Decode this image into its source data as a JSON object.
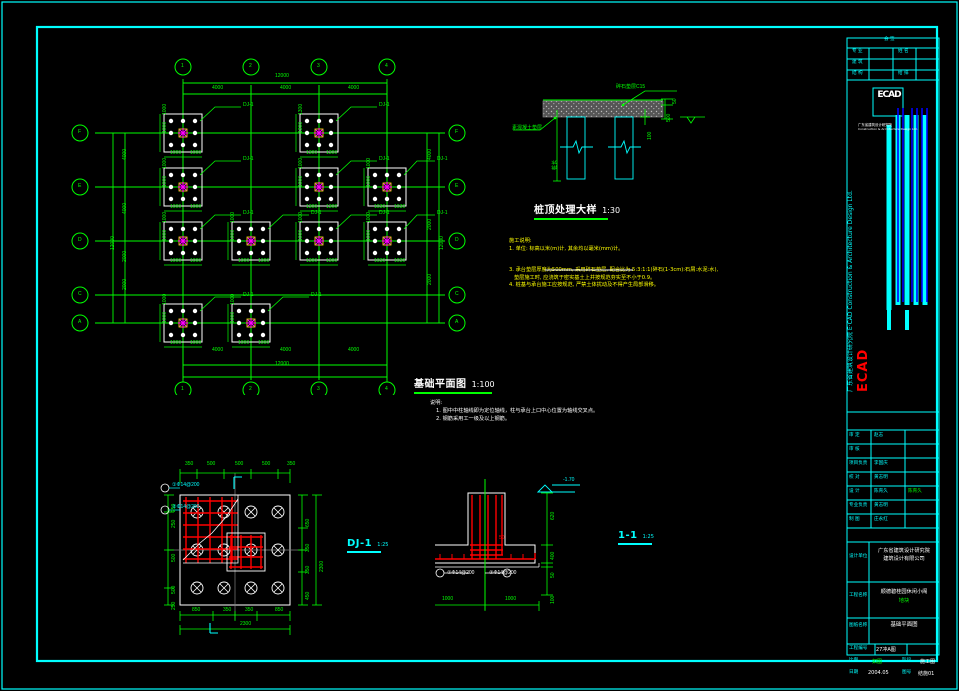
{
  "document": {
    "kind": "cad-drawing",
    "drawing_title": "基础平面图",
    "background": "#000000",
    "border_color": "#00ffff"
  },
  "colors": {
    "grid_green": "#00ff00",
    "cyan": "#00ffff",
    "white": "#ffffff",
    "yellow": "#ffff00",
    "red": "#ff0000",
    "magenta": "#ff00ff",
    "gray": "#808080",
    "blue": "#0000ff"
  },
  "plan": {
    "title": "基础平面图",
    "scale": "1:100",
    "footing_tag": "DJ-1",
    "top_grid_labels": [
      "1",
      "2",
      "3",
      "4"
    ],
    "bottom_grid_labels": [
      "1",
      "2",
      "3",
      "4"
    ],
    "left_grid_labels": [
      "F",
      "E",
      "D",
      "C",
      "A"
    ],
    "right_grid_labels": [
      "F",
      "E",
      "D",
      "C",
      "A"
    ],
    "top_total_dim": "12000",
    "top_bay_dims": [
      "4000",
      "4000",
      "4000"
    ],
    "bottom_total_dim": "12000",
    "bottom_bay_dims": [
      "4000",
      "4000",
      "4000"
    ],
    "left_total_dim": "12000",
    "left_chain_dims": [
      "4000",
      "4000",
      "2000",
      "2000"
    ],
    "right_total_dim": "12000",
    "right_chain_dims": [
      "4000",
      "2000",
      "2000"
    ],
    "footing_half_dims_a": [
      "1000",
      "1000"
    ],
    "footing_half_dims_b": [
      "1300",
      "1300"
    ],
    "footing_half_dims_c": [
      "1030",
      "1030"
    ],
    "notes_heading": "说明:",
    "notes": [
      "1. 图中中柱轴线即为定位轴线，柱与承台上口中心位置为轴线交叉点。",
      "2. 钢筋采用工一级及以上钢筋。"
    ]
  },
  "pile_detail": {
    "title": "桩顶处理大样",
    "scale": "1:30",
    "callout_top": "碎石垫层C15",
    "callout_left": "素混凝土垫层",
    "dim_right_top": "50",
    "dim_right_mid": "500",
    "dim_inner": "100",
    "dim_left_vertical": "桩长"
  },
  "construction_notes": {
    "heading": "施工说明:",
    "lines": [
      "1. 单位: 标高以米(m)计, 其余均以毫米(mm)计。",
      "3. 承台垫层厚度为500mm, 采用碎石垫层, 配合比为 5:3:1:1(碎石(1-3cm):石屑:水泥:水),",
      "   垫层施工时, 应浇筑于密实基土上并按规范夯实至不小于0.9。",
      "4. 桩基与承台施工应按规范, 严禁土体扰动及不得产生局部滑移。"
    ]
  },
  "footing_detail": {
    "tag": "DJ-1",
    "scale": "1:25",
    "overall_width": "2300",
    "top_chain": [
      "350",
      "500",
      "500",
      "500",
      "350"
    ],
    "bottom_chain": [
      "850",
      "350",
      "350",
      "850"
    ],
    "right_chain": [
      "650",
      "350",
      "350",
      "450"
    ],
    "left_chain": [
      "250",
      "250",
      "500",
      "500",
      "500",
      "250"
    ],
    "section_mark": "1",
    "bar_callout_1": "①Φ14@200",
    "bar_callout_2": "②Φ14@200",
    "pile_count": 12
  },
  "section_detail": {
    "tag": "1-1",
    "scale": "1:25",
    "level_mark": "-1.70",
    "dim_col_height": "620",
    "dim_cap_height": "400",
    "dim_cushion": "100",
    "dim_cover": "50",
    "dim_left_span": "1000",
    "dim_right_span": "1000",
    "bar_callout_1": "①Φ14@200",
    "bar_callout_2": "②Φ14@200",
    "rebar_note_a": "50",
    "rebar_note_b": "50"
  },
  "title_block": {
    "top_table": {
      "title": "会 签",
      "rows": [
        [
          "专 业",
          "",
          "姓 名",
          ""
        ],
        [
          "建 筑",
          "",
          "",
          ""
        ],
        [
          "结 构",
          "",
          "给 排",
          ""
        ]
      ]
    },
    "logo": {
      "mark": "ECAD",
      "sub": "广东省建筑设计研究院",
      "latin": "Construction & Architecture Design Ltd."
    },
    "vertical_text": "广东省建筑设计研究院 E·CAD Construction & Architecture Design Ltd.",
    "approval_rows": [
      {
        "label": "审 定",
        "name": "赵志",
        "sig": ""
      },
      {
        "label": "审 核",
        "name": "",
        "sig": ""
      },
      {
        "label": "项目负责",
        "name": "李国庆",
        "sig": ""
      },
      {
        "label": "校 对",
        "name": "黄志明",
        "sig": ""
      },
      {
        "label": "设 计",
        "name": "陈育久",
        "sig": "陈育久"
      },
      {
        "label": "专业负责",
        "name": "黄志明",
        "sig": ""
      },
      {
        "label": "制 图",
        "name": "庄永红",
        "sig": ""
      }
    ],
    "company_label": "设计单位",
    "company_name": "广东省建筑设计研究院\n建筑设计有限公司",
    "project_label": "工程名称",
    "project_name": "顺德碧桂园休闲小阁",
    "project_sub": "地块",
    "sheet_label": "图纸名称",
    "sheet_name": "基础平面图",
    "cert_label": "工程编号",
    "cert_value": "27冲A图",
    "stage_label": "阶段",
    "stage_value": "施工图",
    "scale_label": "比例",
    "scale_value": "如图",
    "date_label": "日期",
    "date_value": "2004.05",
    "sheetno_label": "图号",
    "sheetno_value": "结施01"
  }
}
